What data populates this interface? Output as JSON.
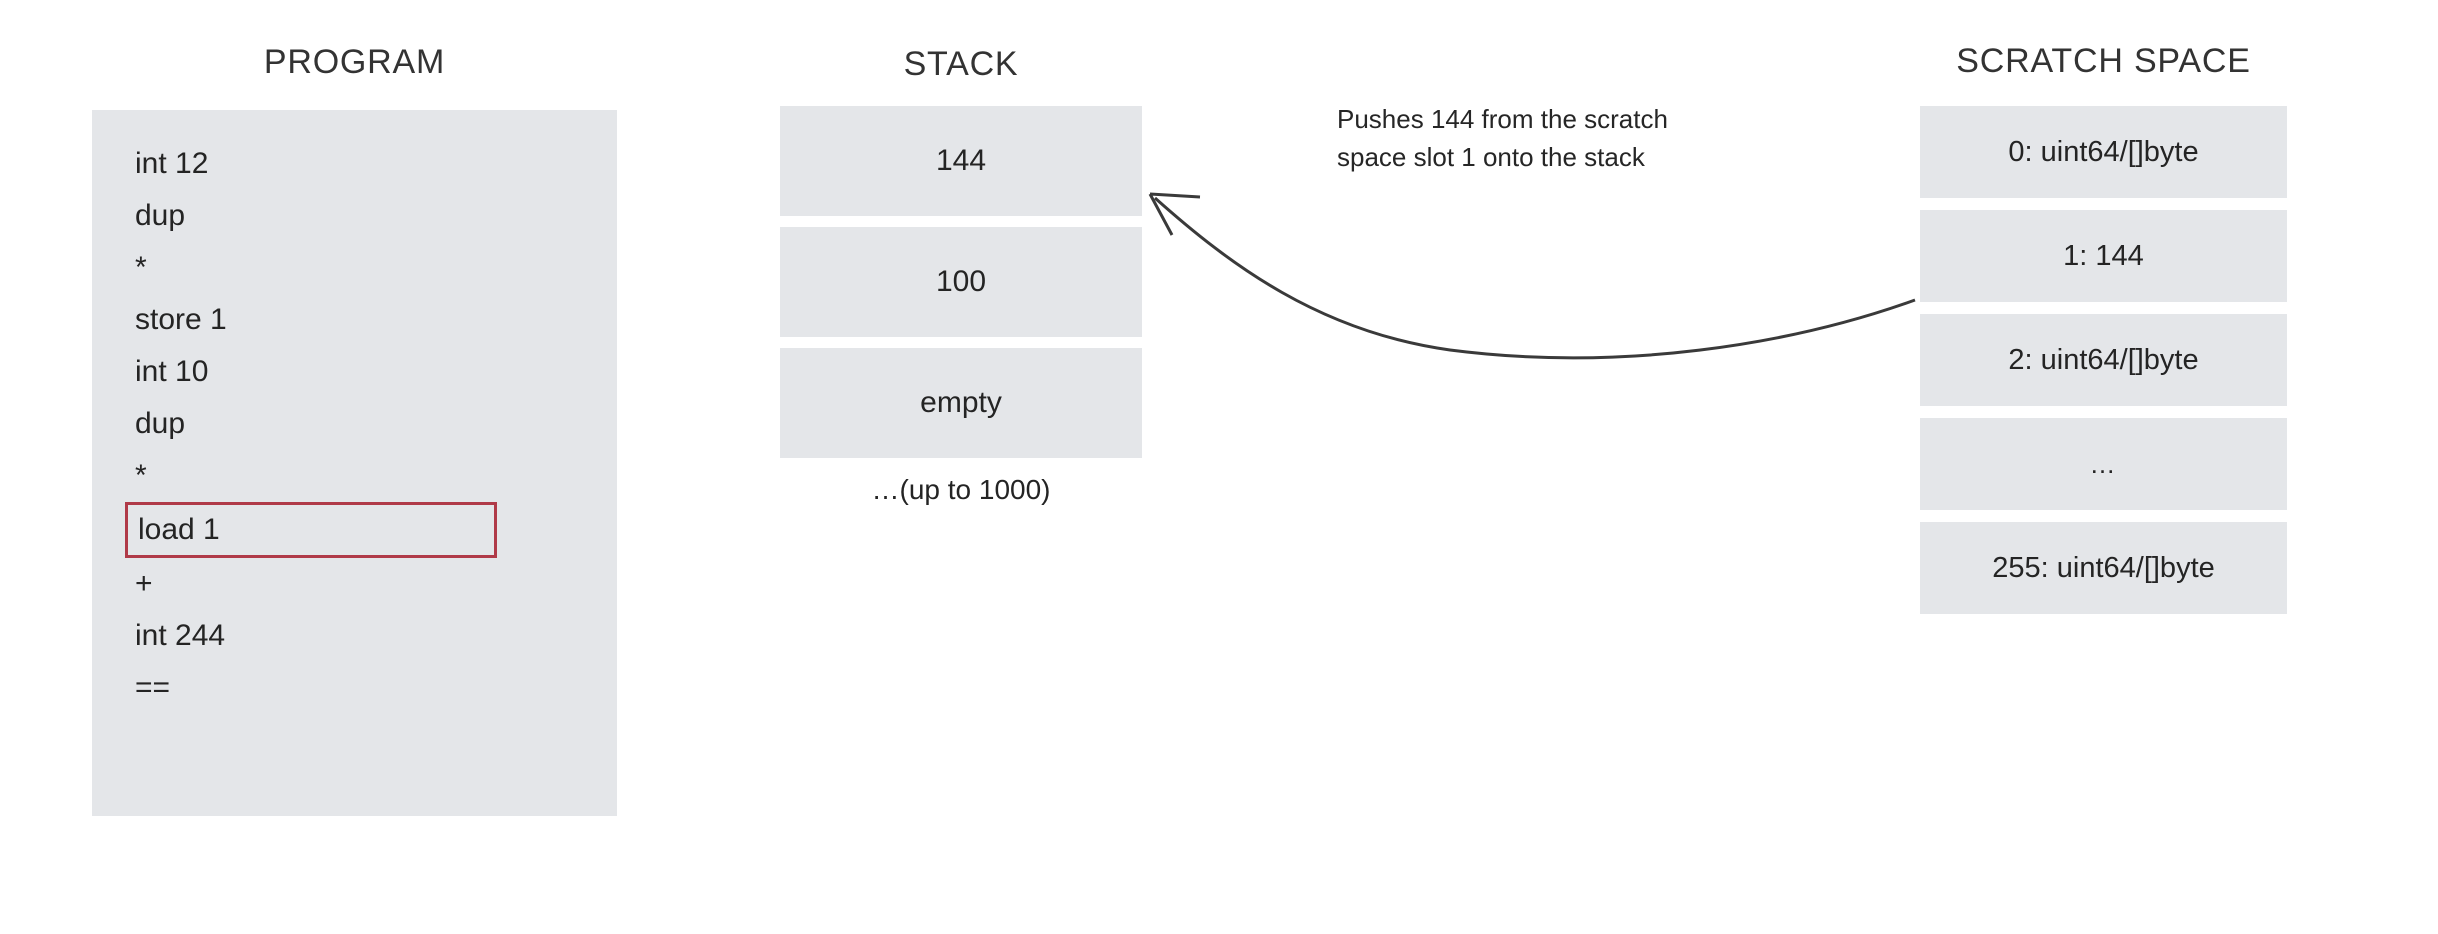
{
  "headings": {
    "program": "PROGRAM",
    "stack": "STACK",
    "scratch": "SCRATCH SPACE"
  },
  "program": {
    "instructions": [
      "int 12",
      "dup",
      "*",
      "store 1",
      "int 10",
      "dup",
      "*",
      "load 1",
      "+",
      "int 244",
      "=="
    ],
    "highlighted_instruction": "load 1",
    "highlighted_index": 7,
    "highlight_color": "#b03a48"
  },
  "stack": {
    "cells": [
      "144",
      "100",
      "empty"
    ],
    "footnote": "…(up to 1000)"
  },
  "scratch": {
    "cells": [
      "0: uint64/[]byte",
      "1: 144",
      "2: uint64/[]byte",
      "…",
      "255: uint64/[]byte"
    ]
  },
  "annotation": {
    "line1": "Pushes 144 from the scratch",
    "line2": "space slot 1 onto the stack"
  },
  "colors": {
    "panel": "#e4e6e9",
    "text": "#242424",
    "highlight": "#b03a48",
    "arrow": "#3a3a3a",
    "background": "#ffffff"
  }
}
